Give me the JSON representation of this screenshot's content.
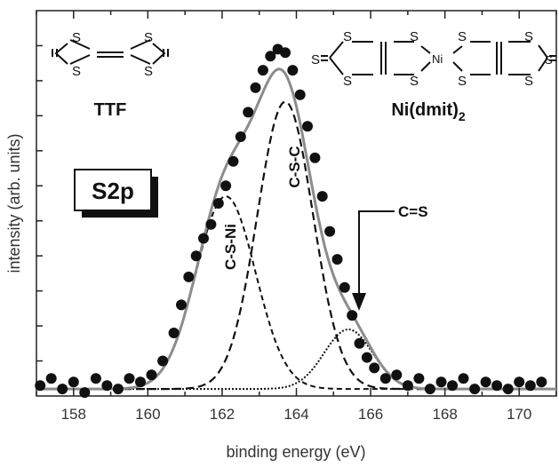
{
  "chart_data": {
    "type": "scatter",
    "title": "",
    "xlabel": "binding energy (eV)",
    "ylabel": "intensity (arb. units)",
    "xlim": [
      157,
      171
    ],
    "ylim": [
      0,
      1.1
    ],
    "xticks": [
      "158",
      "160",
      "162",
      "164",
      "166",
      "168",
      "170"
    ],
    "grid": false,
    "badge": "S2p",
    "structures": {
      "ttf_label": "TTF",
      "ni_label_main": "Ni(dmit)",
      "ni_label_sub": "2",
      "atom_s": "S",
      "atom_ni": "Ni"
    },
    "components": [
      {
        "name": "C-S-Ni",
        "center": 162.1,
        "amplitude": 0.55,
        "sigma": 0.8
      },
      {
        "name": "C-S-C",
        "center": 163.7,
        "amplitude": 0.82,
        "sigma": 0.75
      },
      {
        "name": "C=S",
        "center": 165.4,
        "amplitude": 0.17,
        "sigma": 0.65
      }
    ],
    "baseline": 0.02,
    "experimental_points": [
      [
        157.1,
        0.03
      ],
      [
        157.4,
        0.05
      ],
      [
        157.7,
        0.02
      ],
      [
        158.0,
        0.04
      ],
      [
        158.3,
        0.01
      ],
      [
        158.6,
        0.05
      ],
      [
        158.9,
        0.03
      ],
      [
        159.2,
        0.02
      ],
      [
        159.5,
        0.05
      ],
      [
        159.8,
        0.04
      ],
      [
        160.1,
        0.06
      ],
      [
        160.4,
        0.1
      ],
      [
        160.7,
        0.18
      ],
      [
        160.9,
        0.26
      ],
      [
        161.1,
        0.34
      ],
      [
        161.3,
        0.4
      ],
      [
        161.5,
        0.45
      ],
      [
        161.7,
        0.49
      ],
      [
        161.9,
        0.55
      ],
      [
        162.1,
        0.6
      ],
      [
        162.3,
        0.67
      ],
      [
        162.5,
        0.74
      ],
      [
        162.7,
        0.81
      ],
      [
        162.9,
        0.88
      ],
      [
        163.1,
        0.93
      ],
      [
        163.3,
        0.97
      ],
      [
        163.5,
        0.99
      ],
      [
        163.7,
        0.98
      ],
      [
        163.9,
        0.93
      ],
      [
        164.1,
        0.86
      ],
      [
        164.3,
        0.77
      ],
      [
        164.5,
        0.68
      ],
      [
        164.7,
        0.57
      ],
      [
        164.9,
        0.47
      ],
      [
        165.1,
        0.39
      ],
      [
        165.3,
        0.31
      ],
      [
        165.5,
        0.23
      ],
      [
        165.7,
        0.15
      ],
      [
        165.9,
        0.11
      ],
      [
        166.1,
        0.08
      ],
      [
        166.4,
        0.05
      ],
      [
        166.7,
        0.06
      ],
      [
        167.0,
        0.03
      ],
      [
        167.3,
        0.05
      ],
      [
        167.6,
        0.02
      ],
      [
        167.9,
        0.04
      ],
      [
        168.2,
        0.03
      ],
      [
        168.5,
        0.05
      ],
      [
        168.8,
        0.02
      ],
      [
        169.1,
        0.04
      ],
      [
        169.4,
        0.03
      ],
      [
        169.7,
        0.02
      ],
      [
        170.0,
        0.04
      ],
      [
        170.3,
        0.03
      ],
      [
        170.6,
        0.04
      ]
    ]
  }
}
